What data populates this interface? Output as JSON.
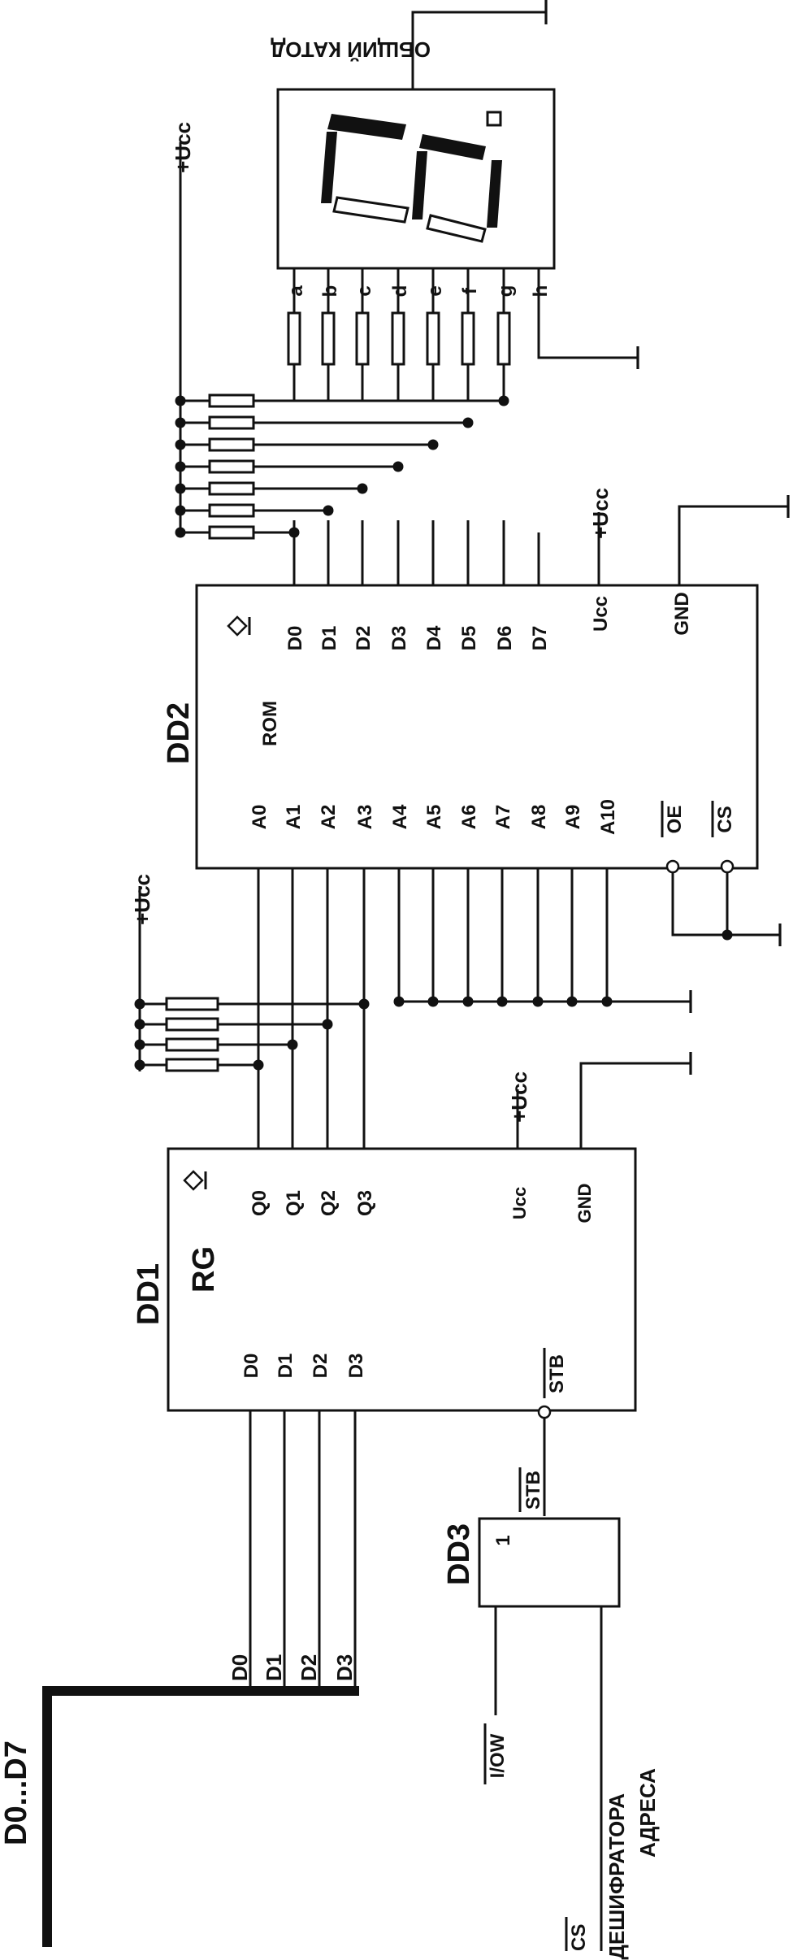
{
  "diagram": {
    "bus_label": "D0...D7",
    "dd1": {
      "name": "DD1",
      "func": "RG",
      "inputs": [
        "D0",
        "D1",
        "D2",
        "D3"
      ],
      "outputs": [
        "Q0",
        "Q1",
        "Q2",
        "Q3"
      ],
      "strobe": "STB",
      "power": [
        "Ucc",
        "GND"
      ]
    },
    "dd2": {
      "name": "DD2",
      "func": "ROM",
      "address": [
        "A0",
        "A1",
        "A2",
        "A3",
        "A4",
        "A5",
        "A6",
        "A7",
        "A8",
        "A9",
        "A10"
      ],
      "outputs": [
        "D0",
        "D1",
        "D2",
        "D3",
        "D4",
        "D5",
        "D6",
        "D7"
      ],
      "controls": [
        "OE",
        "CS"
      ],
      "power": [
        "Ucc",
        "GND"
      ]
    },
    "dd3": {
      "name": "DD3",
      "func": "1",
      "input_iow": "I/OW",
      "input_cs": "CS",
      "cs_source": "ОТ ДЕШИФРАТОРА",
      "cs_source_2": "АДРЕСА",
      "output": "STB"
    },
    "bus_taps": [
      "D0",
      "D1",
      "D2",
      "D3"
    ],
    "supply": "+Ucc",
    "display": {
      "segments": [
        "a",
        "b",
        "c",
        "d",
        "e",
        "f",
        "g",
        "h"
      ],
      "common": "ОБЩИЙ КАТОД"
    }
  }
}
